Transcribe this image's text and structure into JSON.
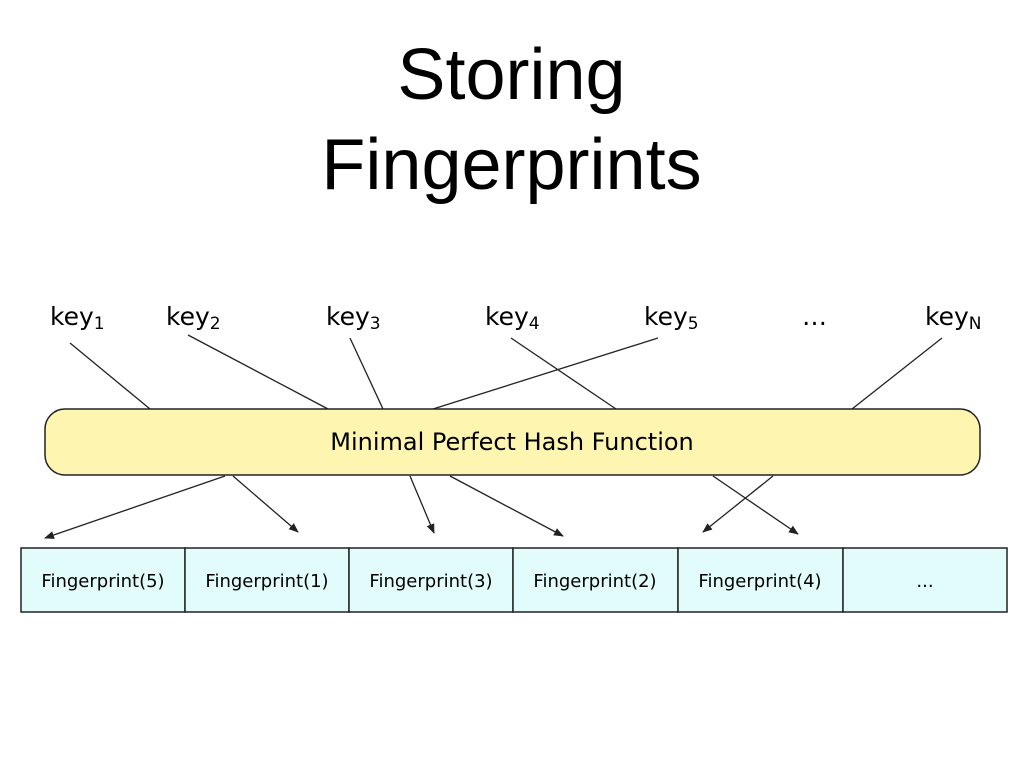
{
  "title": {
    "line1": "Storing",
    "line2": "Fingerprints"
  },
  "diagram": {
    "keys": [
      {
        "base": "key",
        "sub": "1"
      },
      {
        "base": "key",
        "sub": "2"
      },
      {
        "base": "key",
        "sub": "3"
      },
      {
        "base": "key",
        "sub": "4"
      },
      {
        "base": "key",
        "sub": "5"
      },
      {
        "base": "…",
        "sub": ""
      },
      {
        "base": "key",
        "sub": "N"
      }
    ],
    "hash_function": "Minimal Perfect Hash Function",
    "cells": [
      "Fingerprint(5)",
      "Fingerprint(1)",
      "Fingerprint(3)",
      "Fingerprint(2)",
      "Fingerprint(4)",
      "..."
    ],
    "colors": {
      "hash_fill": "#fdf5b0",
      "cell_fill": "#e2fbfb",
      "stroke": "#222222"
    }
  }
}
